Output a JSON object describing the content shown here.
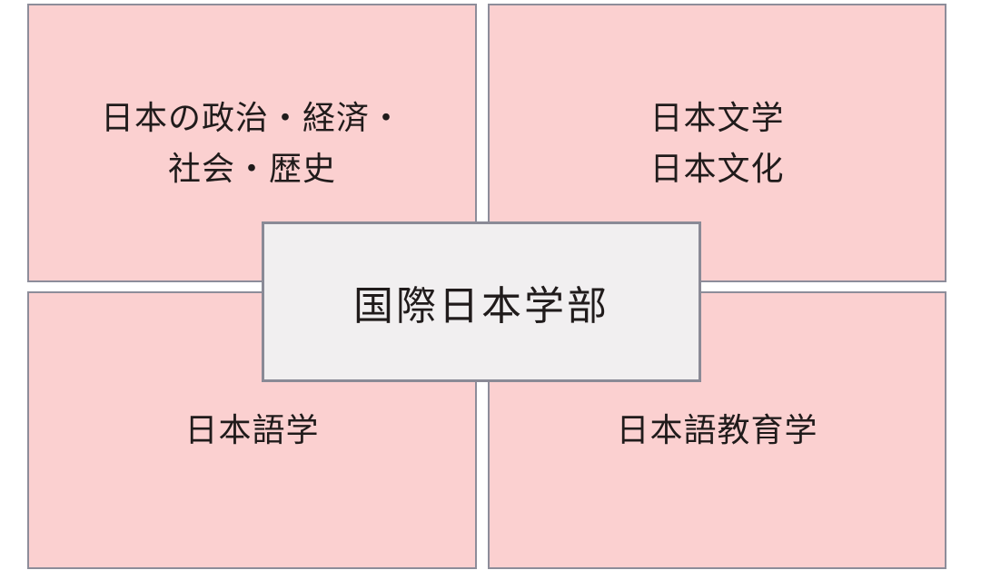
{
  "diagram": {
    "title": "国際日本学部",
    "center": {
      "label": "国際日本学部"
    },
    "quadrants": {
      "top_left": {
        "name": "politics-economy-society-history",
        "line1": "日本の政治・経済・",
        "line2": "社会・歴史"
      },
      "top_right": {
        "name": "japanese-literature-and-culture",
        "line1": "日本文学",
        "line2": "日本文化"
      },
      "bottom_left": {
        "name": "japanese-linguistics",
        "line1": "日本語学",
        "line2": ""
      },
      "bottom_right": {
        "name": "japanese-language-education",
        "line1": "日本語教育学",
        "line2": ""
      }
    }
  },
  "colors": {
    "background": "#ffffff",
    "box_fill": "#fbd0d0",
    "box_border": "#8d8d9a",
    "center_fill": "#f1eff0",
    "center_border": "#8a8a96",
    "text": "#201b1b"
  }
}
